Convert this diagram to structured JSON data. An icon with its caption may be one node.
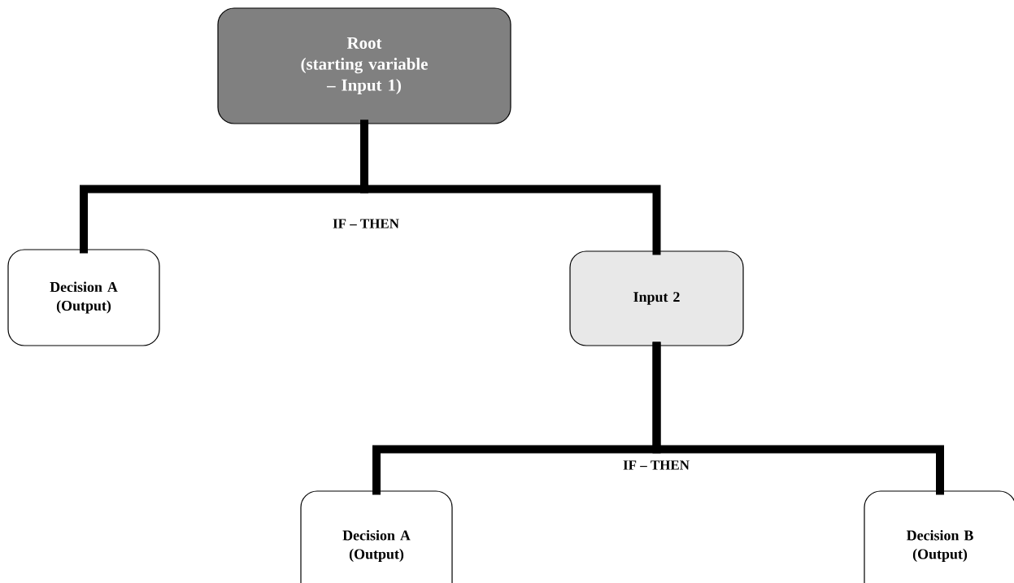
{
  "diagram": {
    "nodes": [
      {
        "text": [
          "Root",
          "(starting variable – Input 1)"
        ]
      },
      {
        "text": [
          "Decision A (Output)"
        ]
      },
      {
        "text": [
          "Input 2"
        ]
      },
      {
        "text": [
          "Decision A (Output)"
        ]
      },
      {
        "text": [
          "Decision B (Output)"
        ]
      }
    ],
    "edges": [
      {
        "from": 0,
        "to": 1,
        "arrow": "none"
      },
      {
        "from": 0,
        "to": 2,
        "arrow": "none"
      },
      {
        "from": 2,
        "to": 3,
        "arrow": "none"
      },
      {
        "from": 2,
        "to": 4,
        "arrow": "none"
      }
    ],
    "labels": [
      "IF – THEN",
      "IF – THEN"
    ]
  }
}
